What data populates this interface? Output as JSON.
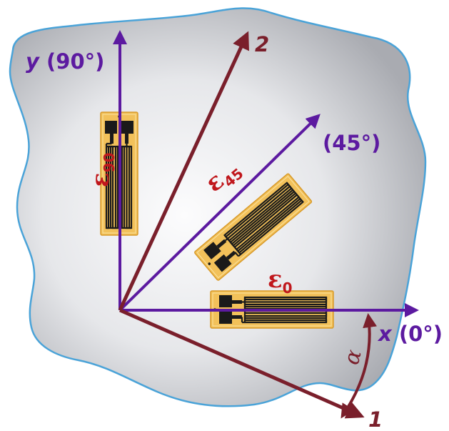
{
  "axes": {
    "y_label_var": "y",
    "y_label_angle": "(90°)",
    "x_label_var": "x",
    "x_label_angle": "(0°)",
    "diag_label": "(45°)"
  },
  "principal": {
    "axis1_label": "1",
    "axis2_label": "2"
  },
  "gauges": {
    "eps_symbol": "ε",
    "g0_sub": "0",
    "g45_sub": "45",
    "g90_sub": "90"
  },
  "angle_label": "α",
  "colors": {
    "axis": "#5c1aa0",
    "principal": "#7a1f2b",
    "strain_label": "#c0171c",
    "gauge_base": "#f2c15a",
    "gauge_grid": "#1a1a1a",
    "body_edge": "#4aa3d8"
  }
}
